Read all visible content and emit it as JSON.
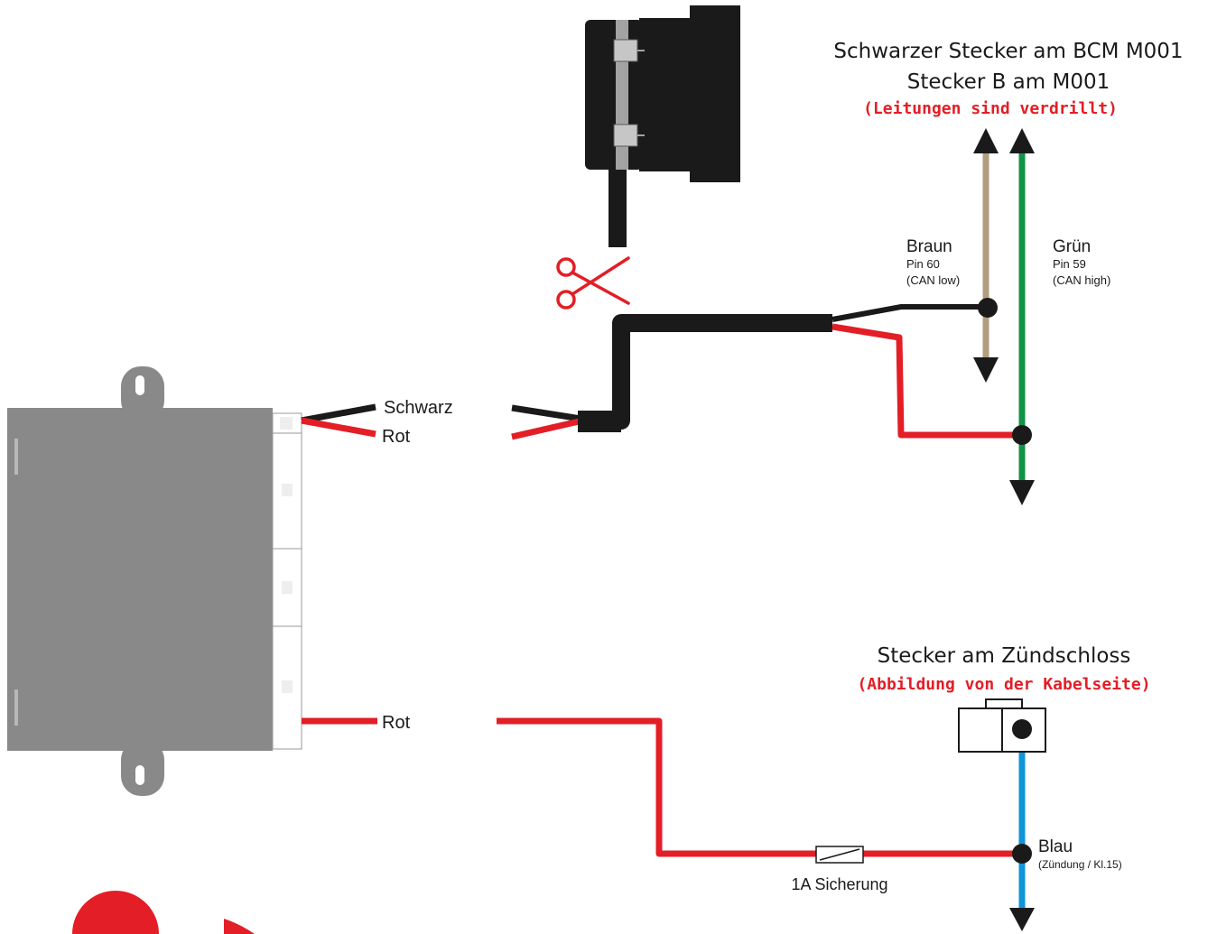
{
  "colors": {
    "red": "#e31e26",
    "black": "#1a1a1a",
    "brown": "#b29d7e",
    "green": "#119346",
    "blue": "#0f96d8",
    "module_gray": "#898989"
  },
  "bcm": {
    "title": "Schwarzer Stecker am BCM M001",
    "subtitle": "Stecker B am M001",
    "note": "(Leitungen sind verdrillt)"
  },
  "wires": {
    "brown_name": "Braun",
    "brown_pin": "Pin 60",
    "brown_signal": "(CAN low)",
    "green_name": "Grün",
    "green_pin": "Pin 59",
    "green_signal": "(CAN high)"
  },
  "module": {
    "black_label": "Schwarz",
    "red_label": "Rot",
    "power_label": "Rot"
  },
  "ignition": {
    "title": "Stecker am Zündschloss",
    "note": "(Abbildung von der Kabelseite)",
    "wire_name": "Blau",
    "wire_desc": "(Zündung / Kl.15)",
    "fuse_label": "1A Sicherung"
  },
  "icons": {
    "cut": "scissors-icon"
  }
}
